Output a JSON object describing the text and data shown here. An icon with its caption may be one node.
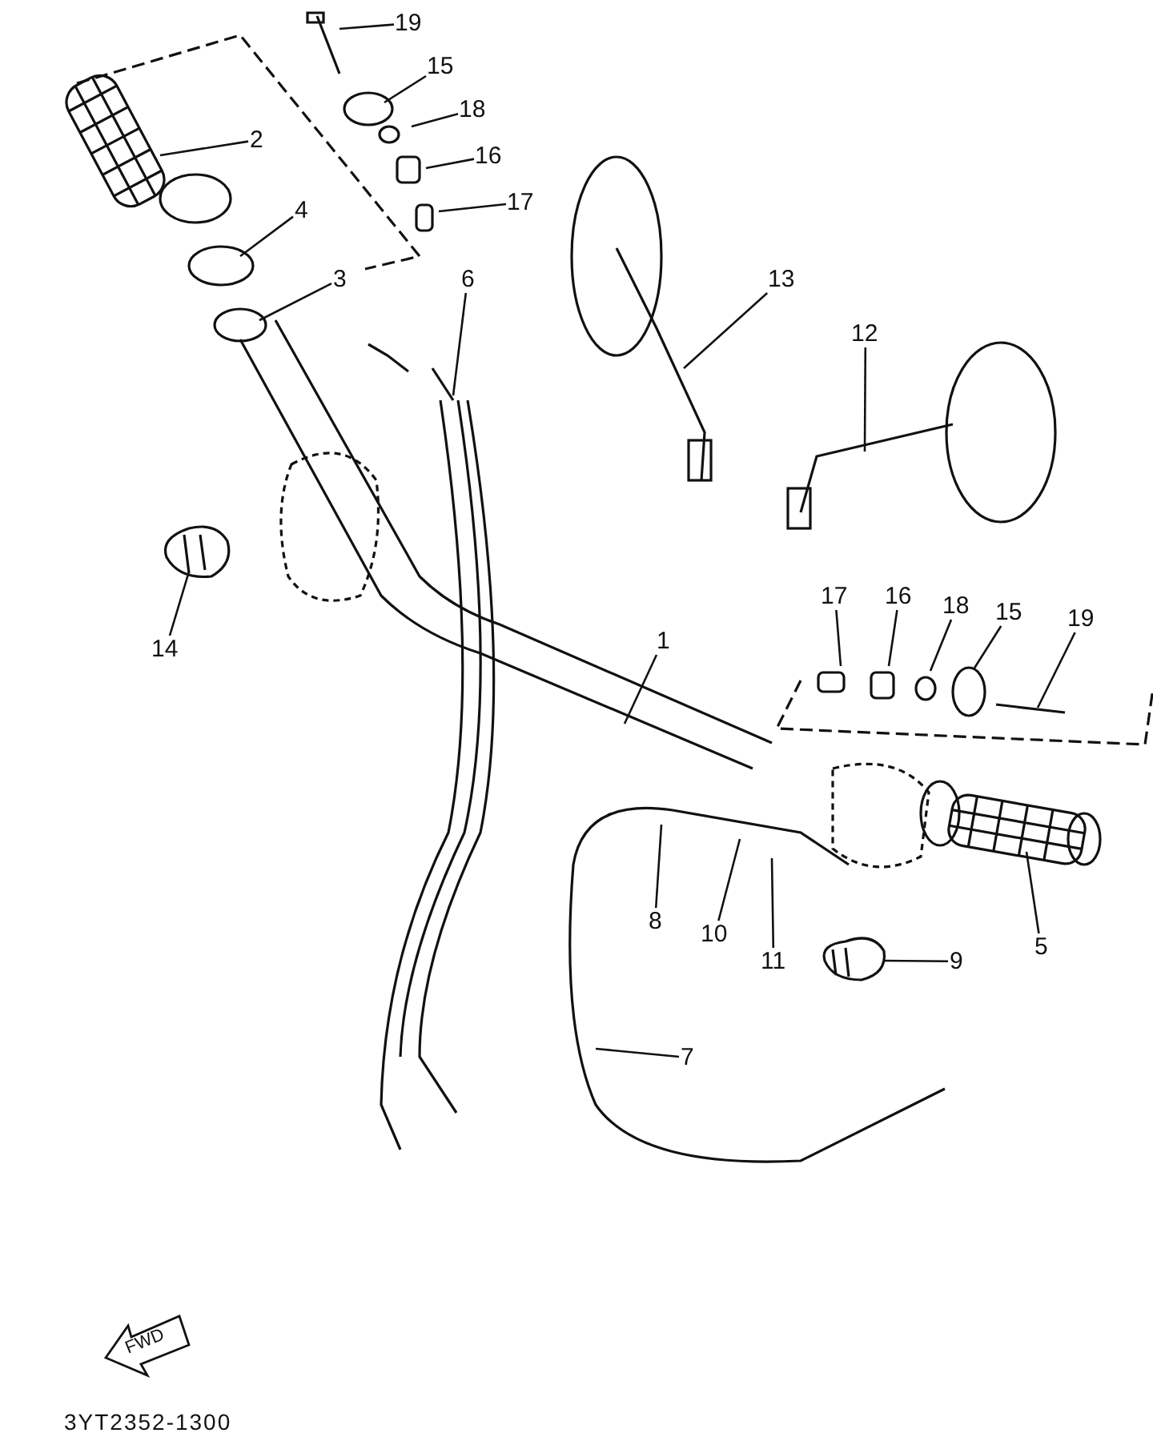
{
  "diagram": {
    "nodes": [
      {
        "text": [
          "19"
        ]
      },
      {
        "text": [
          "15"
        ]
      },
      {
        "text": [
          "18"
        ]
      },
      {
        "text": [
          "2"
        ]
      },
      {
        "text": [
          "16"
        ]
      },
      {
        "text": [
          "17"
        ]
      },
      {
        "text": [
          "4"
        ]
      },
      {
        "text": [
          "3"
        ]
      },
      {
        "text": [
          "6"
        ]
      },
      {
        "text": [
          "13"
        ]
      },
      {
        "text": [
          "12"
        ]
      },
      {
        "text": [
          "17"
        ]
      },
      {
        "text": [
          "16"
        ]
      },
      {
        "text": [
          "18"
        ]
      },
      {
        "text": [
          "15"
        ]
      },
      {
        "text": [
          "19"
        ]
      },
      {
        "text": [
          "1"
        ]
      },
      {
        "text": [
          "14"
        ]
      },
      {
        "text": [
          "8"
        ]
      },
      {
        "text": [
          "5"
        ]
      },
      {
        "text": [
          "10"
        ]
      },
      {
        "text": [
          "11"
        ]
      },
      {
        "text": [
          "9"
        ]
      },
      {
        "text": [
          "7"
        ]
      }
    ],
    "edges": [
      {
        "from": 0,
        "to": null,
        "arrow": "none"
      },
      {
        "from": 1,
        "to": null,
        "arrow": "none"
      },
      {
        "from": 2,
        "to": null,
        "arrow": "none"
      },
      {
        "from": 3,
        "to": null,
        "arrow": "none"
      },
      {
        "from": 4,
        "to": null,
        "arrow": "none"
      },
      {
        "from": 5,
        "to": null,
        "arrow": "none"
      },
      {
        "from": 6,
        "to": null,
        "arrow": "none"
      },
      {
        "from": 7,
        "to": null,
        "arrow": "none"
      },
      {
        "from": 8,
        "to": null,
        "arrow": "none"
      },
      {
        "from": 9,
        "to": null,
        "arrow": "none"
      },
      {
        "from": 10,
        "to": null,
        "arrow": "none"
      },
      {
        "from": 11,
        "to": null,
        "arrow": "none"
      },
      {
        "from": 12,
        "to": null,
        "arrow": "none"
      },
      {
        "from": 13,
        "to": null,
        "arrow": "none"
      },
      {
        "from": 14,
        "to": null,
        "arrow": "none"
      },
      {
        "from": 15,
        "to": null,
        "arrow": "none"
      },
      {
        "from": 16,
        "to": null,
        "arrow": "none"
      },
      {
        "from": 17,
        "to": null,
        "arrow": "none"
      },
      {
        "from": 18,
        "to": null,
        "arrow": "none"
      },
      {
        "from": 19,
        "to": null,
        "arrow": "none"
      },
      {
        "from": 20,
        "to": null,
        "arrow": "none"
      },
      {
        "from": 21,
        "to": null,
        "arrow": "none"
      },
      {
        "from": 22,
        "to": null,
        "arrow": "none"
      },
      {
        "from": 23,
        "to": null,
        "arrow": "none"
      }
    ],
    "labels": [
      "FWD",
      "3YT2352-1300"
    ]
  }
}
